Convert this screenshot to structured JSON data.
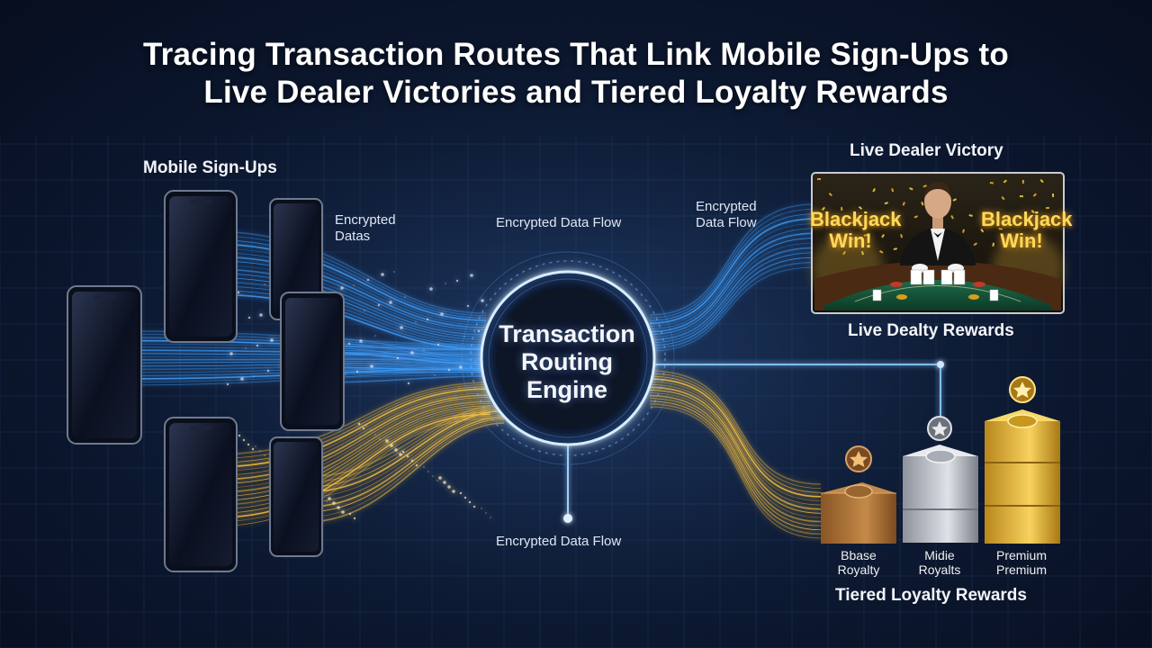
{
  "title": {
    "line1": "Tracing Transaction Routes That Link Mobile Sign-Ups to",
    "line2": "Live Dealer Victories and Tiered Loyalty Rewards"
  },
  "sections": {
    "mobile_signups": "Mobile Sign-Ups",
    "live_dealer_victory": "Live Dealer Victory",
    "live_dealty_rewards": "Live Dealty Rewards",
    "tiered_loyalty_rewards": "Tiered Loyalty Rewards"
  },
  "engine": {
    "line1": "Transaction",
    "line2": "Routing",
    "line3": "Engine"
  },
  "flow_labels": {
    "encrypted_datas_line1": "Encrypted",
    "encrypted_datas_line2": "Datas",
    "top_center": "Encrypted Data Flow",
    "top_right_line1": "Encrypted",
    "top_right_line2": "Data Flow",
    "bottom_center": "Encrypted Data Flow"
  },
  "dealer_panel": {
    "left_win_line1": "Blackjack",
    "left_win_line2": "Win!",
    "right_win_line1": "Blackjack",
    "right_win_line2": "Win!"
  },
  "tiers": [
    {
      "line1": "Bbase",
      "line2": "Royalty",
      "color": "#b07a3c",
      "icon": "star-medal-icon"
    },
    {
      "line1": "Midie",
      "line2": "Royalts",
      "color": "#b9bcc4",
      "icon": "star-medal-icon"
    },
    {
      "line1": "Premium",
      "line2": "Premium",
      "color": "#e5b53a",
      "icon": "star-medal-icon"
    }
  ],
  "colors": {
    "blue_flow": "#3fa0ff",
    "gold_flow": "#ffc640",
    "background": "#0d1a33"
  }
}
